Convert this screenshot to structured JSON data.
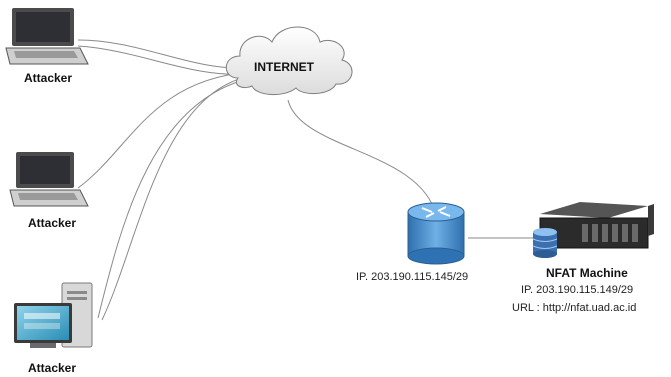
{
  "cloud": {
    "label": "INTERNET"
  },
  "nodes": {
    "attacker_top": {
      "label": "Attacker"
    },
    "attacker_middle": {
      "label": "Attacker"
    },
    "attacker_bottom": {
      "label": "Attacker"
    },
    "router": {
      "ip": "IP. 203.190.115.145/29"
    },
    "server": {
      "title": "NFAT Machine",
      "ip": "IP. 203.190.115.149/29",
      "url": "URL : http://nfat.uad.ac.id"
    }
  },
  "colors": {
    "line": "#8a8a8a",
    "router": "#3f87c9",
    "cloud": "#f2f2f2",
    "db": "#4a7fc0"
  },
  "icons": [
    "laptop-icon",
    "desktop-computer-icon",
    "cloud-icon",
    "router-icon",
    "server-rack-icon",
    "database-icon"
  ]
}
